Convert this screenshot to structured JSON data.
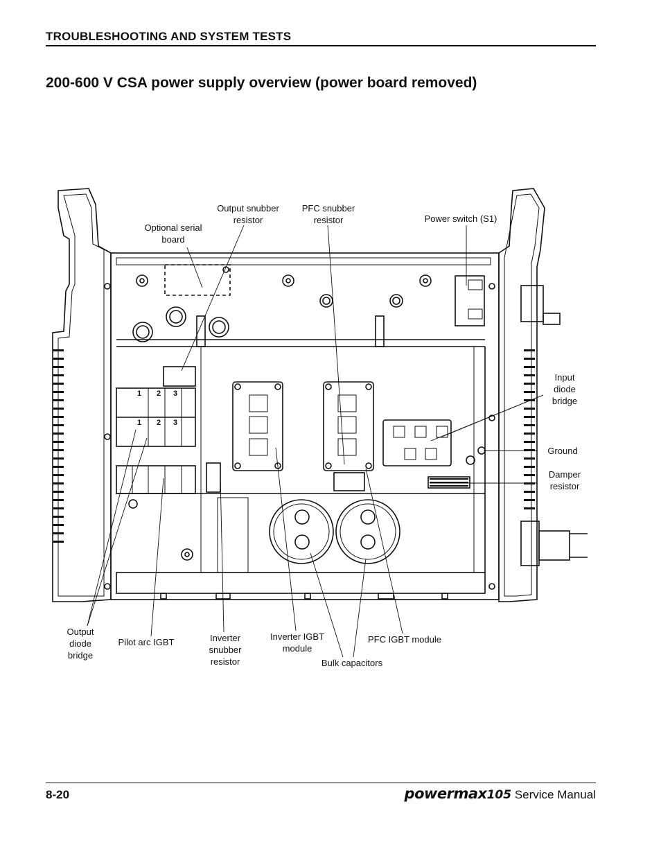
{
  "header": {
    "section": "TROUBLESHOOTING AND SYSTEM TESTS"
  },
  "title": "200-600 V CSA power supply overview (power board removed)",
  "callouts": {
    "optional_serial_board": "Optional serial\nboard",
    "output_snubber_resistor": "Output snubber\nresistor",
    "pfc_snubber_resistor": "PFC snubber\nresistor",
    "power_switch": "Power switch (S1)",
    "input_diode_bridge": "Input\ndiode\nbridge",
    "ground": "Ground",
    "damper_resistor": "Damper\nresistor",
    "output_diode_bridge": "Output\ndiode\nbridge",
    "pilot_arc_igbt": "Pilot arc IGBT",
    "inverter_snubber_resistor": "Inverter\nsnubber\nresistor",
    "inverter_igbt_module": "Inverter IGBT\nmodule",
    "bulk_capacitors": "Bulk capacitors",
    "pfc_igbt_module": "PFC IGBT module"
  },
  "terminal_numbers": [
    "1",
    "2",
    "3"
  ],
  "footer": {
    "page": "8-20",
    "brand": "powermax",
    "model": "105",
    "manual": "Service Manual"
  }
}
